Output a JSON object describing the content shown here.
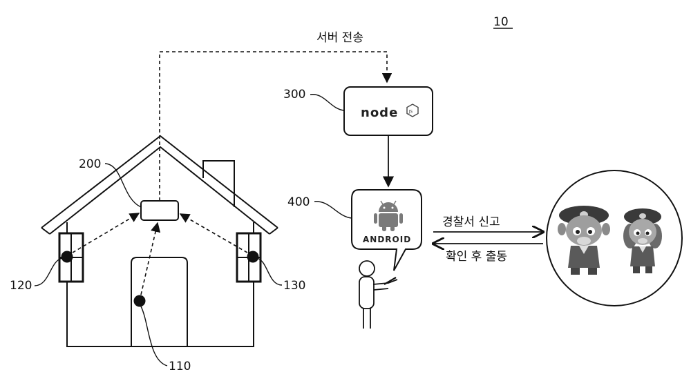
{
  "figure_number": "10",
  "labels": {
    "sensor_door": "110",
    "sensor_left_window": "120",
    "sensor_right_window": "130",
    "gateway": "200",
    "server": "300",
    "smartphone": "400"
  },
  "server_logo_text": "node",
  "server_logo_badge": "JS",
  "phone_logo_text": "ANDROID",
  "flow_text": {
    "server_transmission": "서버 전송",
    "police_report": "경찰서 신고",
    "dispatch_after_confirm": "확인 후 출동"
  },
  "icons": [
    "house",
    "window",
    "door",
    "gateway-box",
    "nodejs-logo",
    "android-logo",
    "user-figure",
    "police-characters"
  ],
  "colors": {
    "line": "#111111",
    "android_gray": "#7a7a7a",
    "police_bg": "#ffffff"
  }
}
